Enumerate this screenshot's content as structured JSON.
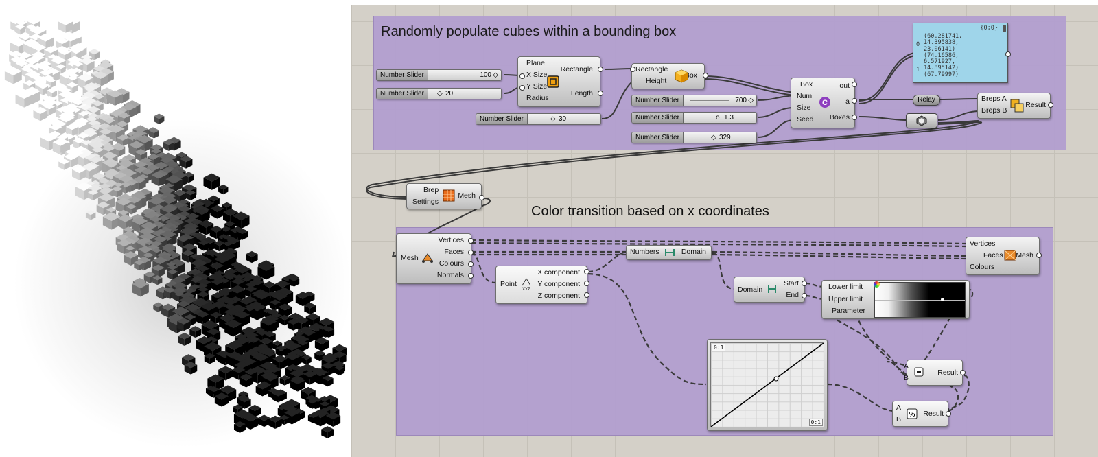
{
  "groups": {
    "top_title": "Randomly populate cubes within a bounding box",
    "bottom_title": "Color transition based on x coordinates"
  },
  "sliders": {
    "s_100": {
      "label": "Number Slider",
      "value": "100"
    },
    "s_20": {
      "label": "Number Slider",
      "value": "20"
    },
    "s_30": {
      "label": "Number Slider",
      "value": "30"
    },
    "s_700": {
      "label": "Number Slider",
      "value": "700"
    },
    "s_13": {
      "label": "Number Slider",
      "value": "1.3"
    },
    "s_329": {
      "label": "Number Slider",
      "value": "329"
    }
  },
  "rectangle": {
    "in": [
      "Plane",
      "X Size",
      "Y Size",
      "Radius"
    ],
    "out": [
      "Rectangle",
      "Length"
    ]
  },
  "box": {
    "in": [
      "Rectangle",
      "Height"
    ],
    "out": [
      "Box"
    ]
  },
  "script": {
    "in": [
      "Box",
      "Num",
      "Size",
      "Seed"
    ],
    "out": [
      "out",
      "a",
      "Boxes"
    ]
  },
  "panel": {
    "header": "{0;0}",
    "lines": [
      "(60.281741,",
      "14.395838,",
      "23.06141)",
      "(74.16586,",
      "6.571927,",
      "14.895142)",
      "(67.79997)"
    ],
    "indices": [
      "0",
      "1"
    ]
  },
  "relay": {
    "label": "Relay"
  },
  "union": {
    "in": [
      "Breps A",
      "Breps B"
    ],
    "out": [
      "Result"
    ]
  },
  "meshbrep": {
    "in": [
      "Brep",
      "Settings"
    ],
    "out": [
      "Mesh"
    ]
  },
  "deconmesh": {
    "in": [
      "Mesh"
    ],
    "out": [
      "Vertices",
      "Faces",
      "Colours",
      "Normals"
    ]
  },
  "deconpt": {
    "in": [
      "Point"
    ],
    "out": [
      "X component",
      "Y component",
      "Z component"
    ]
  },
  "bounds": {
    "in": [
      "Numbers"
    ],
    "out": [
      "Domain"
    ]
  },
  "decondomain": {
    "in": [
      "Domain"
    ],
    "out": [
      "Start",
      "End"
    ]
  },
  "gradient": {
    "in": [
      "Lower limit",
      "Upper limit",
      "Parameter"
    ]
  },
  "constructmesh": {
    "in": [
      "Vertices",
      "Faces",
      "Colours"
    ],
    "out": [
      "Mesh"
    ]
  },
  "graph": {
    "tl": "0:1",
    "br": "0:1"
  },
  "subtract": {
    "in": [
      "A",
      "B"
    ],
    "out": [
      "Result"
    ]
  },
  "divide": {
    "in": [
      "A",
      "B"
    ],
    "out": [
      "Result"
    ]
  },
  "icons": [
    "rectangle-icon",
    "box-icon",
    "csharp-script-icon",
    "union-icon",
    "mesh-brep-icon",
    "deconstruct-mesh-icon",
    "deconstruct-point-icon",
    "bounds-icon",
    "deconstruct-domain-icon",
    "construct-mesh-icon",
    "subtract-icon",
    "divide-icon"
  ],
  "colors": {
    "canvas": "#d4d0c8",
    "group": "#b39fd0",
    "panel": "#9fd5ea"
  }
}
